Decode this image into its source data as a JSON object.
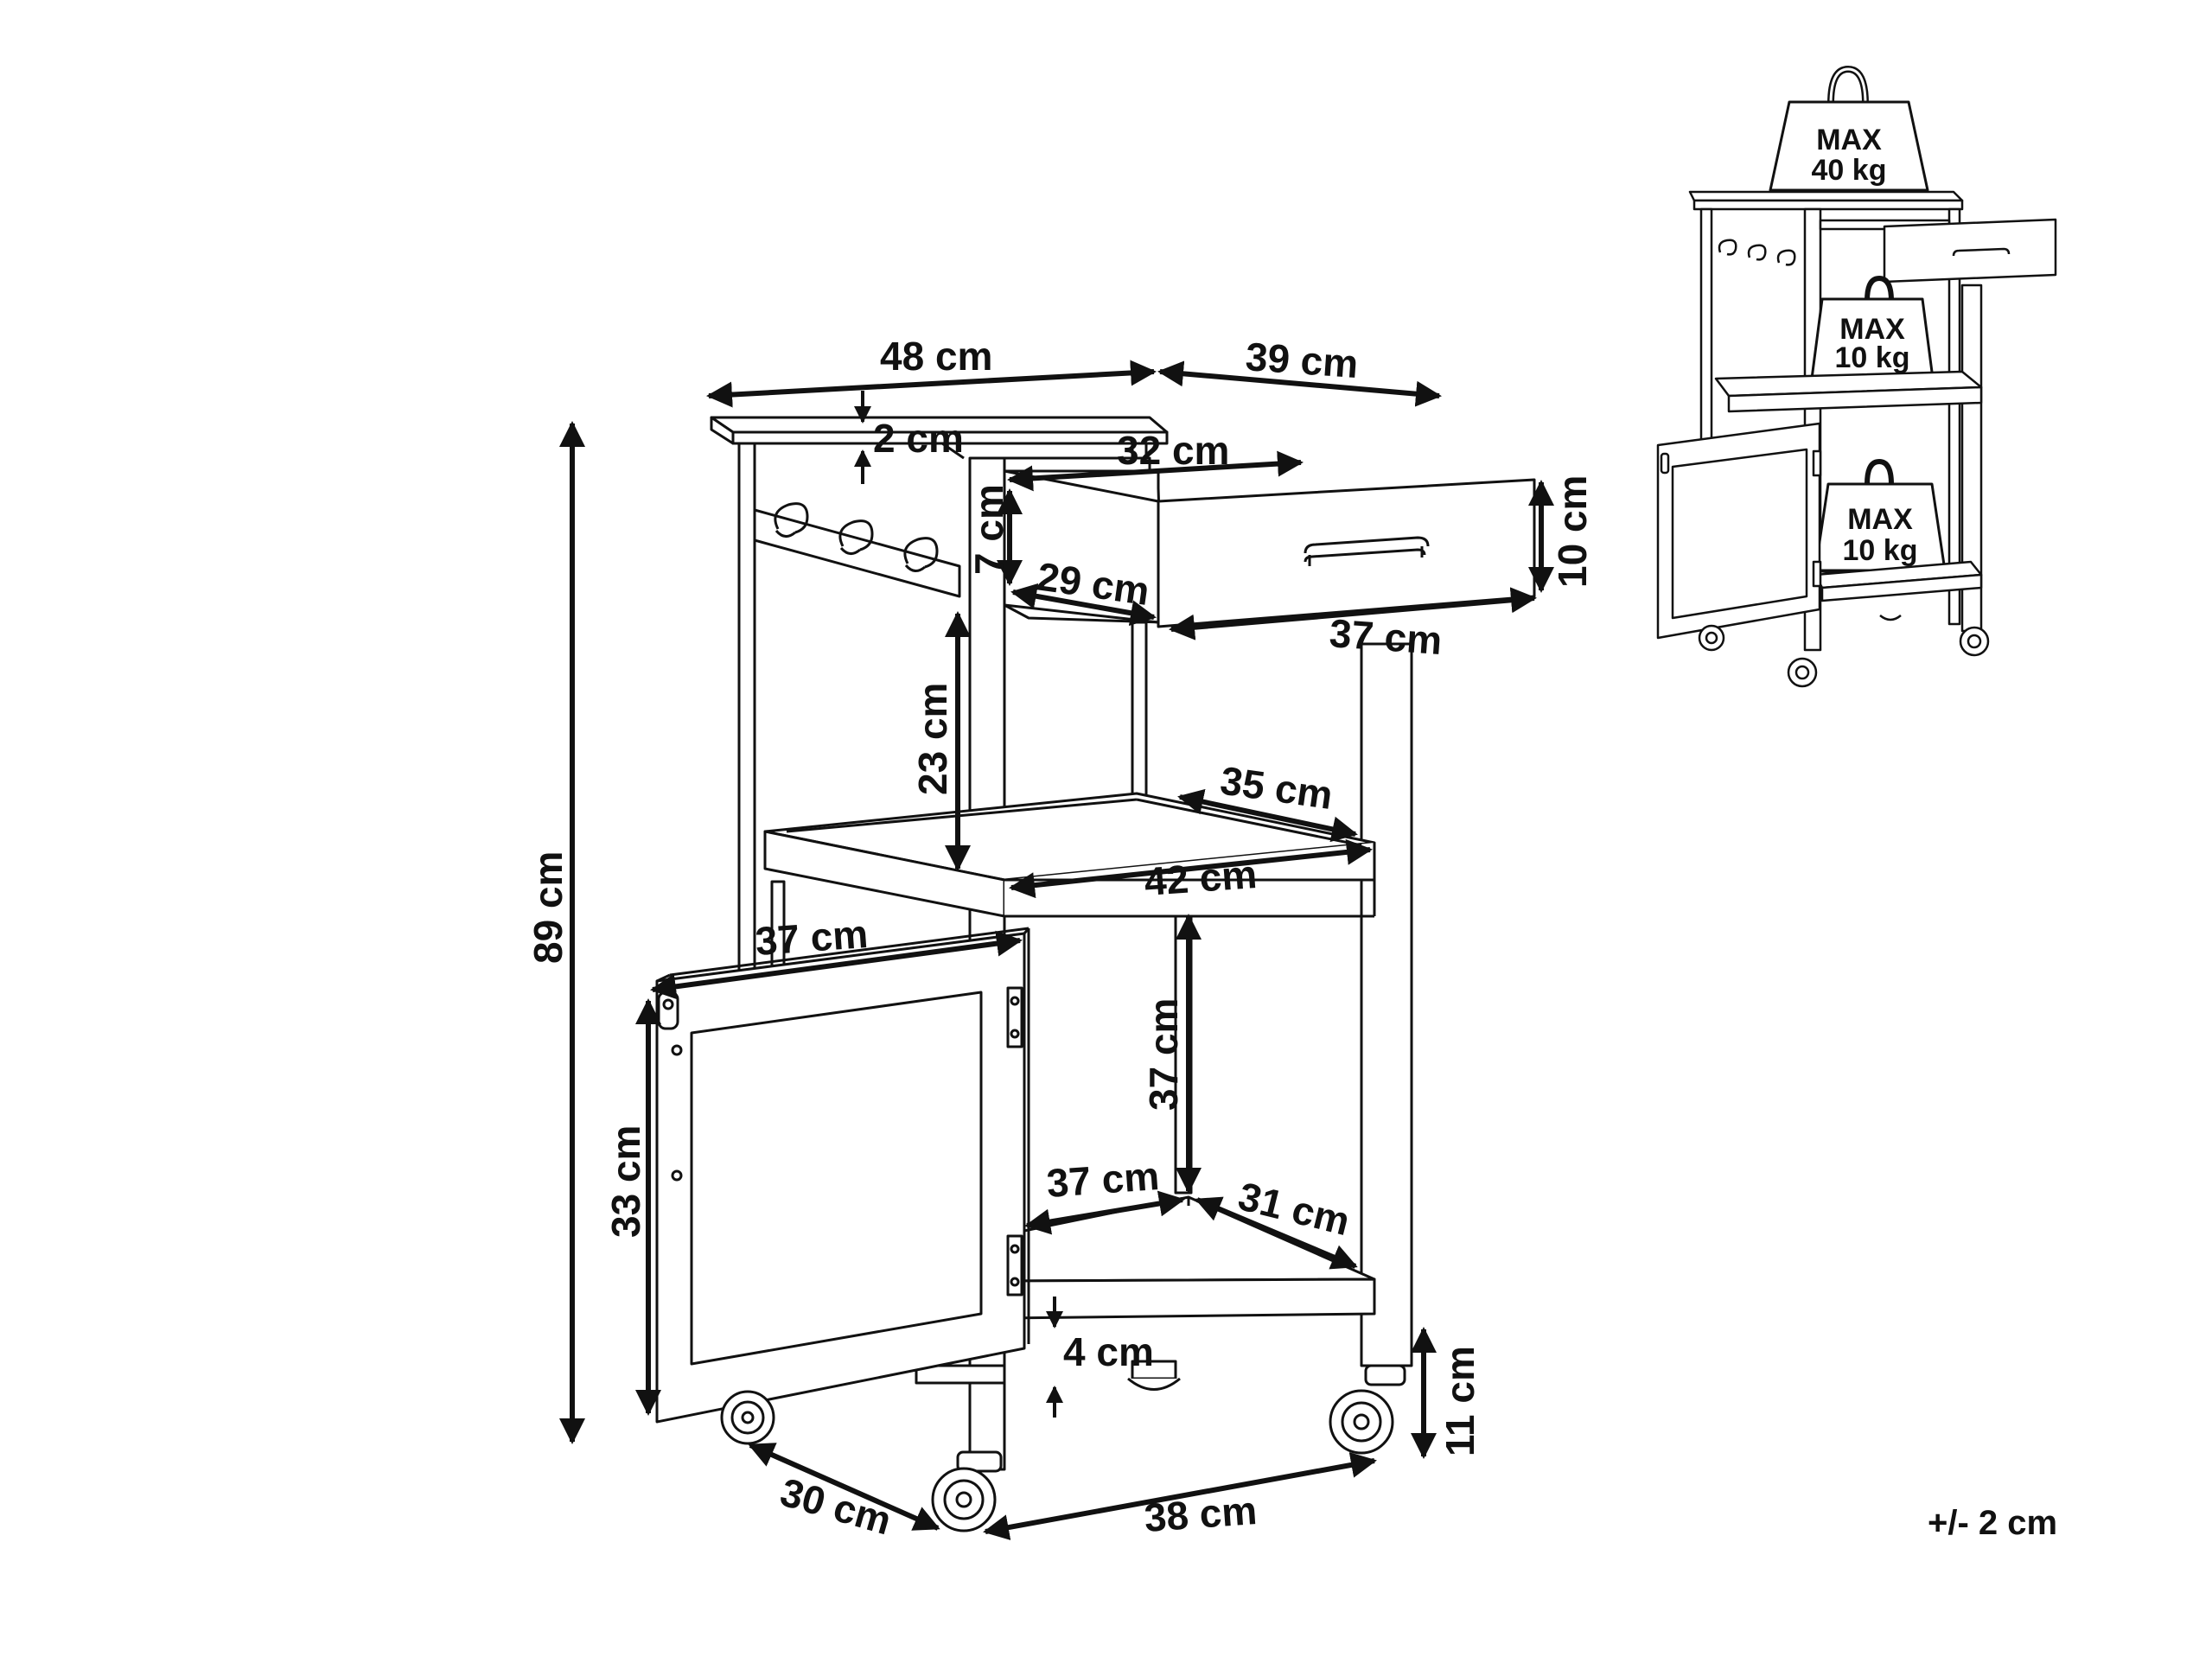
{
  "diagram": {
    "dimensions": {
      "top_width": "48 cm",
      "top_depth": "39 cm",
      "top_thickness": "2 cm",
      "drawer_width": "32 cm",
      "drawer_depth": "29 cm",
      "drawer_front_height": "10 cm",
      "drawer_inner_height": "7 cm",
      "drawer_front_width": "37 cm",
      "middle_gap": "23 cm",
      "shelf_depth": "35 cm",
      "shelf_width": "42 cm",
      "door_width": "37 cm",
      "door_height": "33 cm",
      "cabinet_height": "37 cm",
      "bottom_width": "37 cm",
      "bottom_depth": "31 cm",
      "bottom_thickness": "4 cm",
      "total_height": "89 cm",
      "wheel_height": "11 cm",
      "base_depth": "30 cm",
      "base_width": "38 cm"
    },
    "load_limits": {
      "top": {
        "line1": "MAX",
        "line2": "40 kg"
      },
      "middle": {
        "line1": "MAX",
        "line2": "10 kg"
      },
      "bottom": {
        "line1": "MAX",
        "line2": "10 kg"
      }
    },
    "tolerance": "+/- 2 cm"
  }
}
